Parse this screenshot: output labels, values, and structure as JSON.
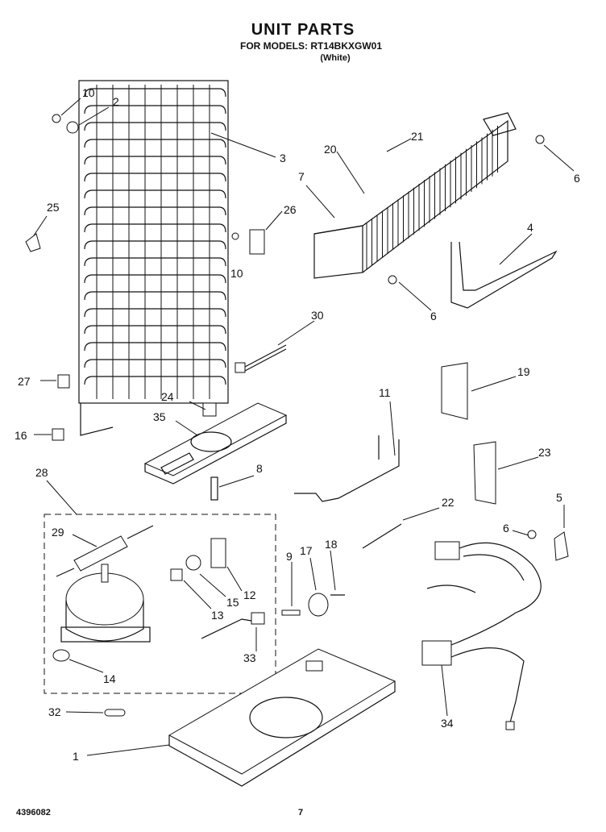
{
  "header": {
    "title": "UNIT PARTS",
    "models_line": "FOR MODELS: RT14BKXGW01",
    "color_line": "(White)"
  },
  "footer": {
    "doc_number": "4396082",
    "page_number": "7"
  },
  "callouts": [
    "10",
    "2",
    "3",
    "25",
    "26",
    "10",
    "27",
    "16",
    "20",
    "21",
    "7",
    "6",
    "4",
    "6",
    "30",
    "24",
    "35",
    "8",
    "28",
    "29",
    "19",
    "11",
    "23",
    "22",
    "5",
    "6",
    "9",
    "17",
    "18",
    "12",
    "15",
    "13",
    "33",
    "14",
    "32",
    "1",
    "34"
  ]
}
